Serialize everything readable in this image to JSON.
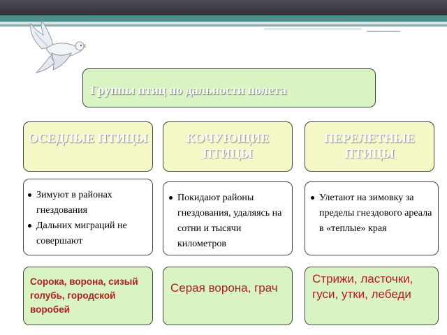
{
  "colors": {
    "box_green": "#d9f3c3",
    "box_yellow": "#f5f7c6",
    "example_text": "#b0201d",
    "header_band": "#4f8f8a"
  },
  "illustration": {
    "icon": "dove-icon"
  },
  "title": "Группы птиц по  дальности полета",
  "categories": [
    {
      "label": "ОСЕДЛЫЕ ПТИЦЫ"
    },
    {
      "label": "КОЧУЮЩИЕ ПТИЦЫ"
    },
    {
      "label": "ПЕРЕЛЕТНЫЕ ПТИЦЫ"
    }
  ],
  "descriptions": [
    {
      "items": [
        "Зимуют в районах гнездования",
        "Дальних миграций не совершают"
      ]
    },
    {
      "items": [
        "Покидают районы гнездования, удаляясь на сотни и тысячи километров"
      ]
    },
    {
      "items": [
        "Улетают на зимовку за пределы гнездового ареала в «теплые» края"
      ]
    }
  ],
  "examples": [
    {
      "text": "Сорока, ворона, сизый голубь, городской воробей"
    },
    {
      "text": "Серая ворона, грач"
    },
    {
      "text": "Стрижи, ласточки, гуси, утки, лебеди"
    }
  ]
}
